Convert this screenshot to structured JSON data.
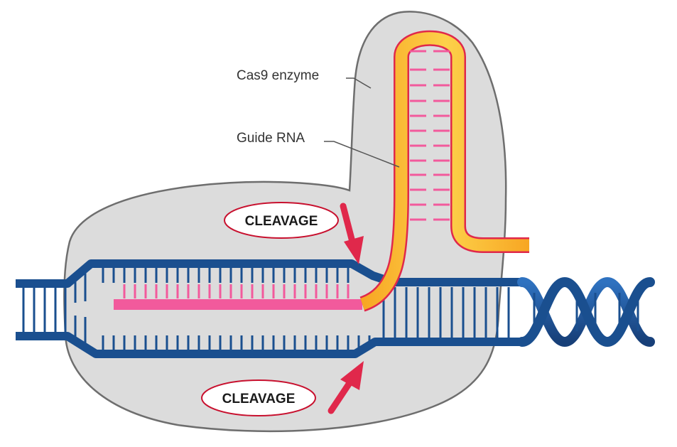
{
  "labels": {
    "cas9": "Cas9 enzyme",
    "guide_rna": "Guide RNA",
    "cleavage_top": "CLEAVAGE",
    "cleavage_bottom": "CLEAVAGE"
  },
  "colors": {
    "enzyme_fill": "#dcdcdc",
    "enzyme_stroke": "#6e6e6e",
    "dna_blue": "#1a4f8f",
    "dna_blue_light": "#2f72c0",
    "rna_pink": "#f25a9c",
    "rna_orange": "#f7a623",
    "rna_yellow": "#fdd14a",
    "arrow_red": "#e0284b"
  }
}
